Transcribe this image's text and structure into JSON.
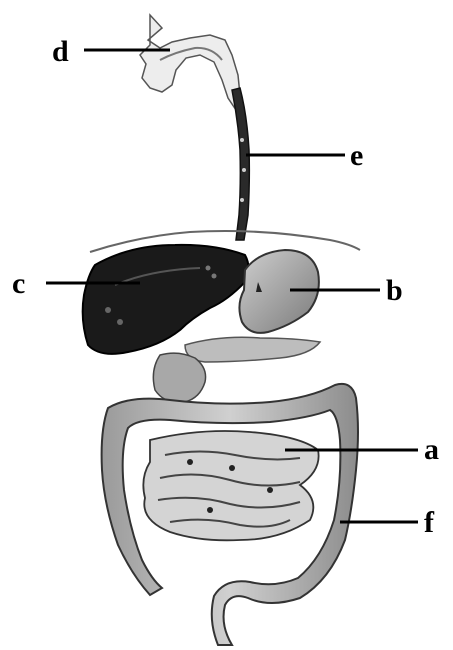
{
  "labels": {
    "a": "a",
    "b": "b",
    "c": "c",
    "d": "d",
    "e": "e",
    "f": "f"
  },
  "colors": {
    "line": "#000000",
    "organ_dark": "#1a1a1a",
    "organ_mid": "#8a8a8a",
    "organ_light": "#d9d9d9",
    "outline": "#222222"
  }
}
